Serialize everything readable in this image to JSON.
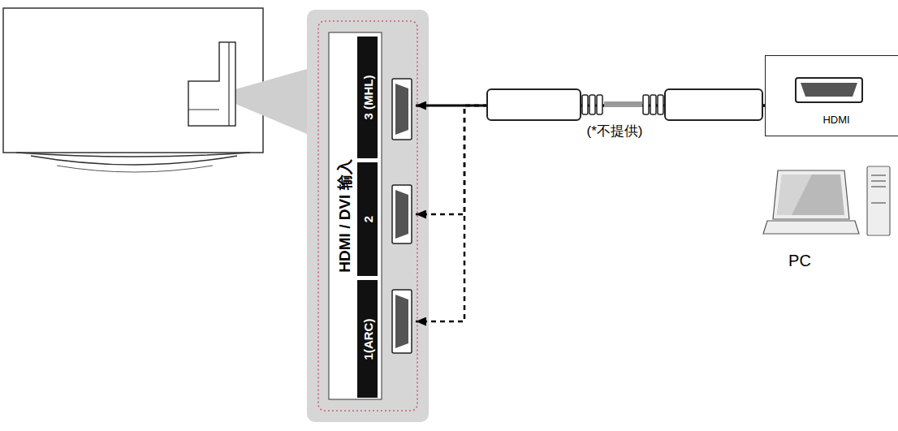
{
  "diagram": {
    "nodes": [
      {
        "text": [
          "HDMI / DVI 输入"
        ]
      },
      {
        "text": [
          "3 (MHL)"
        ],
        "in": 0
      },
      {
        "text": [
          "2"
        ],
        "in": 0
      },
      {
        "text": [
          "1(ARC)"
        ],
        "in": 0
      },
      {
        "text": [
          "HDMI"
        ]
      }
    ],
    "edges": [
      {
        "from": 4,
        "to": 1,
        "arrow": "to",
        "label": "(*不提供)"
      },
      {
        "from": 4,
        "to": 2,
        "arrow": "to"
      },
      {
        "from": 4,
        "to": 3,
        "arrow": "to"
      }
    ],
    "labels": [
      "PC"
    ]
  }
}
